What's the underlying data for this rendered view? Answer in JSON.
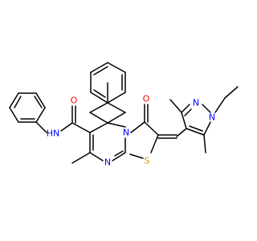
{
  "molecule": {
    "atoms": [
      {
        "id": "amide-nh",
        "label": "HN",
        "color": "#0000ff"
      },
      {
        "id": "amide-o",
        "label": "O",
        "color": "#ff0000"
      },
      {
        "id": "ring-n-bridge",
        "label": "N",
        "color": "#0000ff"
      },
      {
        "id": "ring-n-pyrimidine",
        "label": "N",
        "color": "#0000ff"
      },
      {
        "id": "thiazole-s",
        "label": "S",
        "color": "#c8a000"
      },
      {
        "id": "keto-o",
        "label": "O",
        "color": "#ff0000"
      },
      {
        "id": "pyrazole-n1",
        "label": "N",
        "color": "#0000ff"
      },
      {
        "id": "pyrazole-n2",
        "label": "N",
        "color": "#0000ff"
      }
    ]
  },
  "colors": {
    "bond": "#000000",
    "nitrogen": "#0000ff",
    "oxygen": "#ff0000",
    "sulfur": "#c8a000"
  }
}
